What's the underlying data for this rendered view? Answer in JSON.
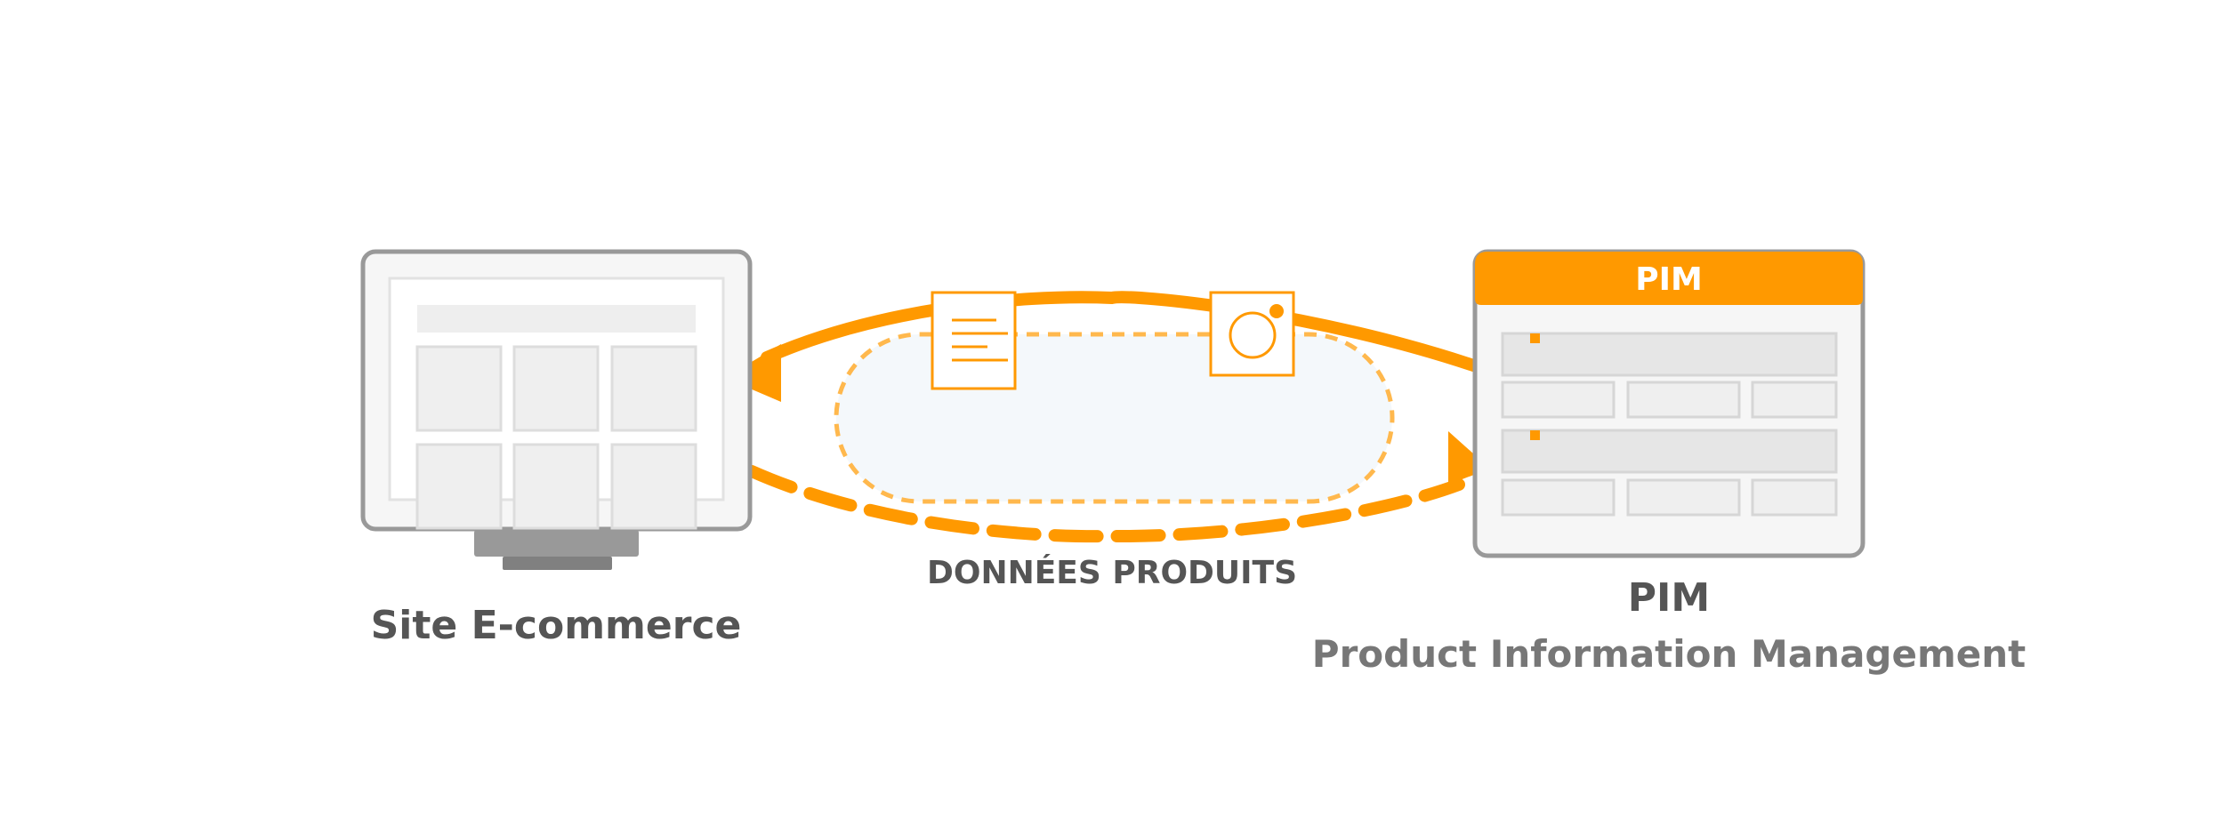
{
  "ecommerce": {
    "label": "Site E-commerce"
  },
  "pim": {
    "header_title": "PIM",
    "label": "PIM",
    "subtitle": "Product Information Management"
  },
  "flow": {
    "label": "DONNÉES PRODUITS"
  },
  "icons": {
    "document": "document-icon",
    "image": "image-icon",
    "monitor": "monitor-icon",
    "pim_window": "pim-window-icon"
  },
  "colors": {
    "accent": "#ff9900",
    "accent_dashed": "#ffb84d",
    "text_dark": "#555555",
    "text_muted": "#777777",
    "frame_gray": "#999999",
    "cloud_fill": "#f4f8fb"
  }
}
